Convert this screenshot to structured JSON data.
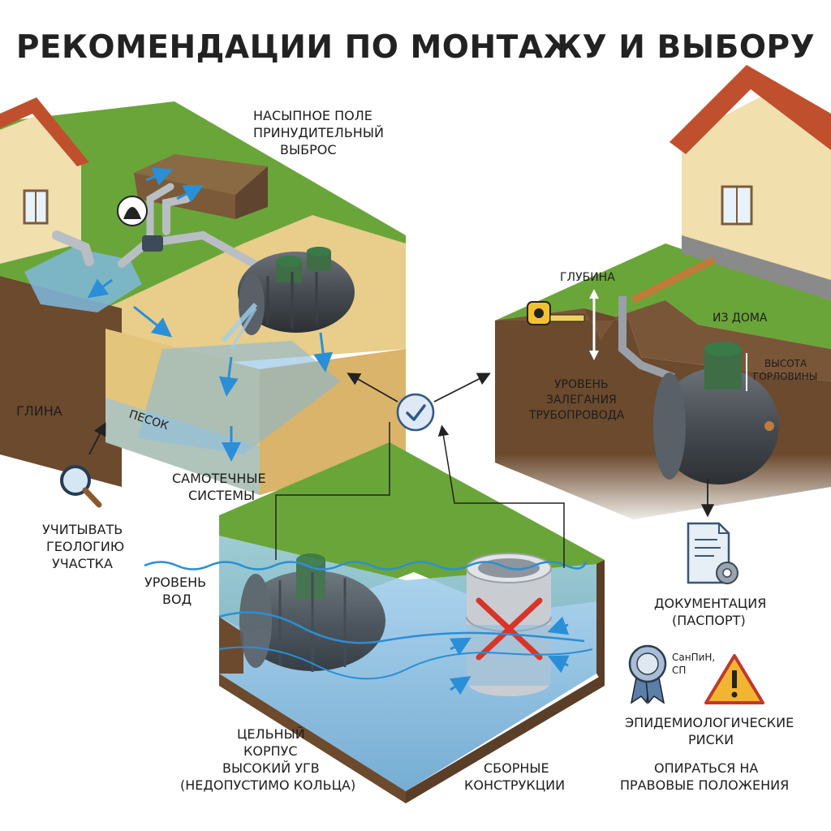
{
  "title": "РЕКОМЕНДАЦИИ ПО МОНТАЖУ И ВЫБОРУ",
  "top_left": {
    "field_label_1": "НАСЫПНОЕ ПОЛЕ",
    "field_label_2": "ПРИНУДИТЕЛЬНЫЙ",
    "field_label_3": "ВЫБРОС",
    "clay": "ГЛИНА",
    "sand": "ПЕСОК",
    "gravity_1": "САМОТЕЧНЫЕ",
    "gravity_2": "СИСТЕМЫ",
    "geology_1": "УЧИТЫВАТЬ",
    "geology_2": "ГЕОЛОГИЮ",
    "geology_3": "УЧАСТКА"
  },
  "top_right": {
    "depth": "ГЛУБИНА",
    "from_house": "ИЗ ДОМА",
    "neck_1": "ВЫСОТА",
    "neck_2": "ГОРЛОВИНЫ",
    "pipe_1": "УРОВЕНЬ",
    "pipe_2": "ЗАЛЕГАНИЯ",
    "pipe_3": "ТРУБОПРОВОДА"
  },
  "bottom": {
    "water_1": "УРОВЕНЬ",
    "water_2": "ВОД",
    "solid_1": "ЦЕЛЬНЫЙ",
    "solid_2": "КОРПУС",
    "solid_3": "ВЫСОКИЙ УГВ",
    "solid_4": "(НЕДОПУСТИМО КОЛЬЦА)",
    "prefab_1": "СБОРНЫЕ",
    "prefab_2": "КОНСТРУКЦИИ"
  },
  "right_panel": {
    "docs_1": "ДОКУМЕНТАЦИЯ",
    "docs_2": "(ПАСПОРТ)",
    "sanpin_1": "СанПиН,",
    "sanpin_2": "СП",
    "epid_1": "ЭПИДЕМИОЛОГИЧЕСКИЕ",
    "epid_2": "РИСКИ",
    "legal_1": "ОПИРАТЬСЯ НА",
    "legal_2": "ПРАВОВЫЕ ПОЛОЖЕНИЯ"
  },
  "colors": {
    "grass": "#6aa53a",
    "sand": "#ecd08e",
    "soil": "#6b4a2e",
    "water": "#7fb8de",
    "tank": "#4a4f55",
    "lid": "#2f6b3a",
    "roof": "#c0502d",
    "wall": "#f1dfae",
    "arrow": "#2a8fd6",
    "cross": "#d8342a",
    "warning": "#f2b531"
  },
  "icons": [
    "magnifier-icon",
    "check-circle-icon",
    "tape-measure-icon",
    "document-gear-icon",
    "seal-ribbon-icon",
    "warning-triangle-icon",
    "air-vent-icon",
    "cross-mark-icon"
  ]
}
